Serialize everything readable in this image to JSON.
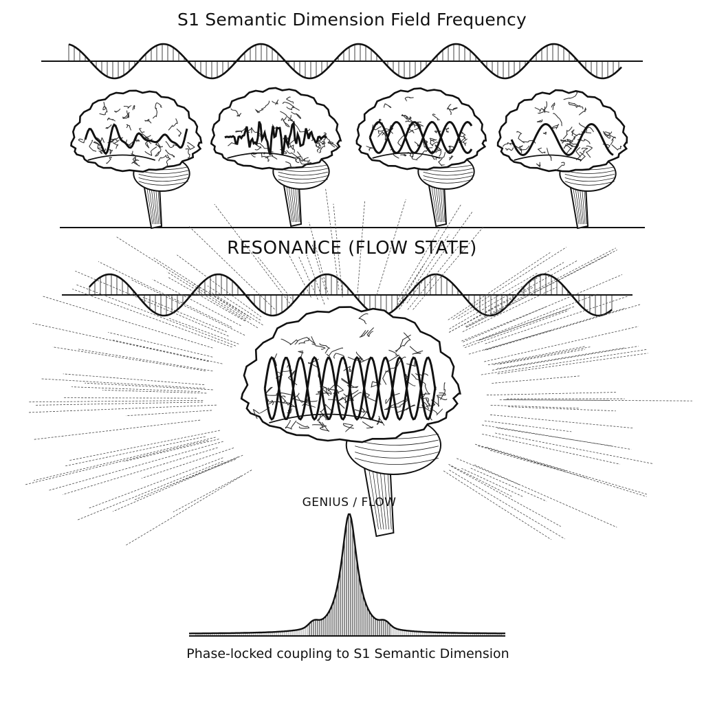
{
  "title": "S1 Semantic Dimension Field Frequency",
  "resonance_heading": "RESONANCE (FLOW STATE)",
  "peak_label": "GENIUS / FLOW",
  "caption": "Phase-locked coupling to S1 Semantic Dimension",
  "top_brains": [
    {
      "wave": "irregular"
    },
    {
      "wave": "jagged"
    },
    {
      "wave": "crossing-sines"
    },
    {
      "wave": "smooth-sine"
    }
  ],
  "center_brain": {
    "wave": "phase-locked-crossing-sines",
    "rays": true
  },
  "ink_color": "#111111"
}
